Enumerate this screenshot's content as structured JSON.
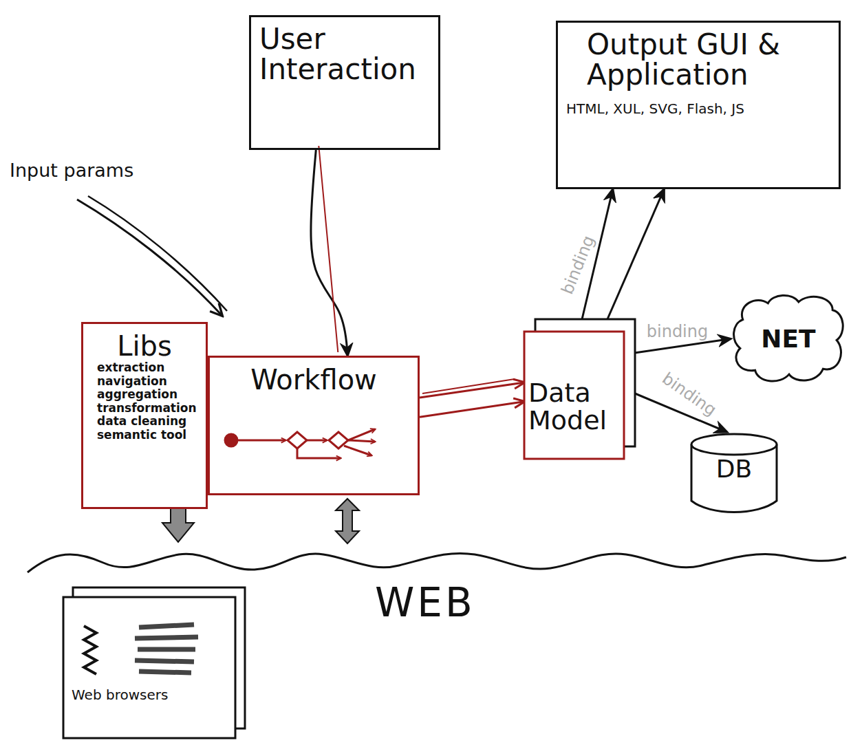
{
  "diagram": {
    "nodes": [
      {
        "text": [
          "User Interaction"
        ]
      },
      {
        "text": [
          "Output GUI & Application",
          "HTML, XUL, SVG, Flash, JS"
        ]
      },
      {
        "text": [
          "Libs",
          "extraction navigation aggregation transformation data cleaning semantic tool"
        ]
      },
      {
        "text": [
          "Workflow"
        ]
      },
      {
        "text": [
          "Data Model"
        ]
      },
      {
        "text": [
          "NET"
        ]
      },
      {
        "text": [
          "DB"
        ]
      },
      {
        "text": [
          "Web browsers"
        ]
      }
    ],
    "edges": [
      {
        "from": 0,
        "to": 3,
        "arrow": "to"
      },
      {
        "from": 3,
        "to": 4,
        "arrow": "to"
      },
      {
        "from": 3,
        "to": 4,
        "arrow": "to"
      },
      {
        "from": 4,
        "to": 1,
        "label": "binding",
        "arrow": "to"
      },
      {
        "from": 4,
        "to": 1,
        "arrow": "to"
      },
      {
        "from": 4,
        "to": 5,
        "label": "binding",
        "arrow": "to"
      },
      {
        "from": 4,
        "to": 6,
        "label": "binding",
        "arrow": "to"
      }
    ],
    "labels": [
      "Input params",
      "WEB"
    ]
  }
}
